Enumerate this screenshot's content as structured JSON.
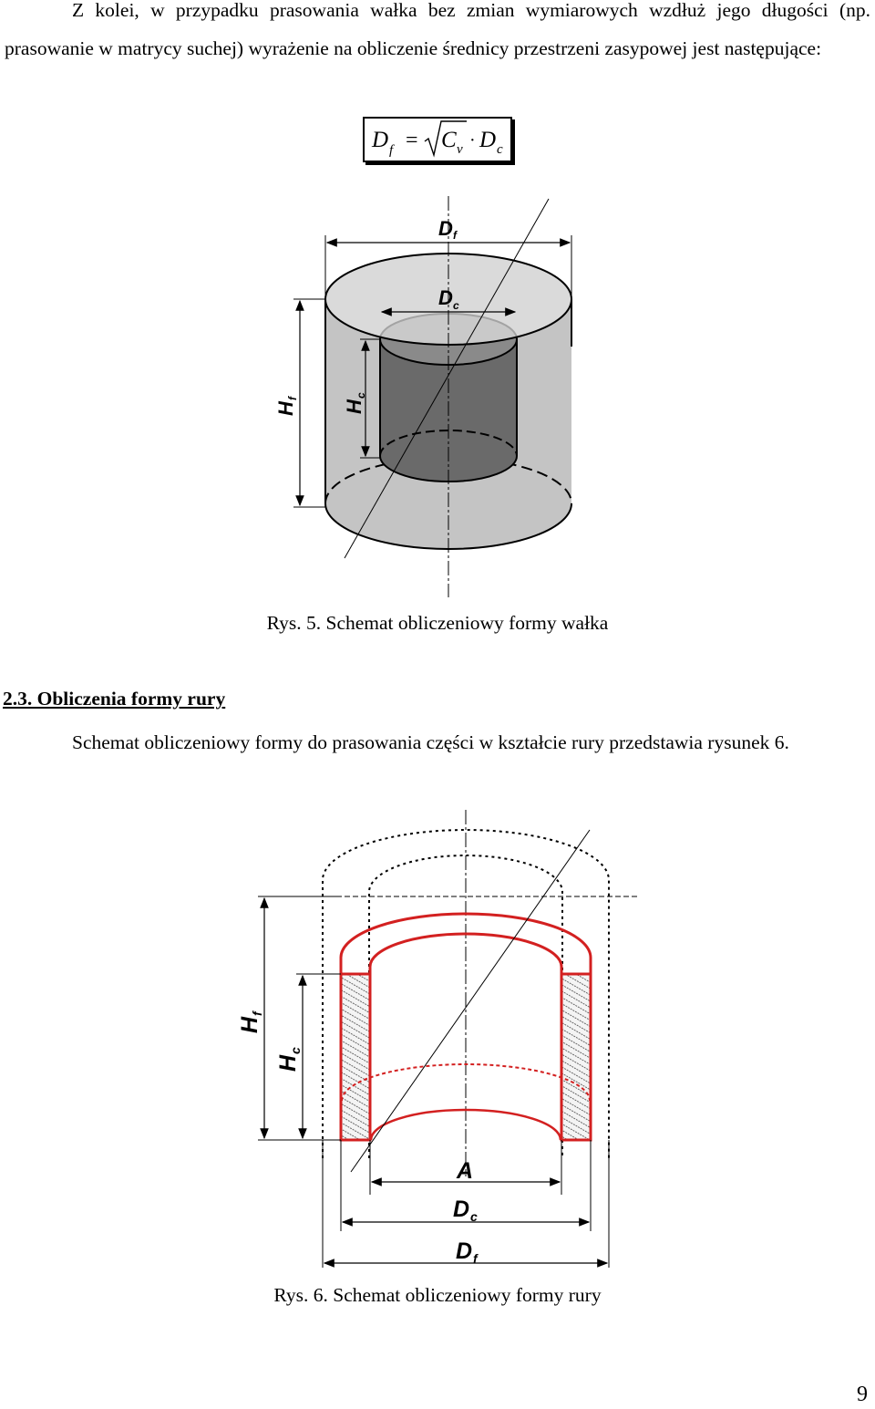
{
  "paragraph1": "Z kolei, w przypadku prasowania wałka bez zmian wymiarowych wzdłuż jego długości (np. prasowanie w matrycy suchej) wyrażenie na obliczenie średnicy przestrzeni zasypowej jest następujące:",
  "formula": {
    "lhs": "D",
    "lhs_sub": "f",
    "eq": "=",
    "coef": "C",
    "coef_sub": "v",
    "dot": "·",
    "rhs": "D",
    "rhs_sub": "c"
  },
  "figure5": {
    "labels": {
      "Df": "D",
      "Df_sub": "f",
      "Dc": "D",
      "Dc_sub": "c",
      "Hf": "H",
      "Hf_sub": "f",
      "Hc": "H",
      "Hc_sub": "c"
    },
    "caption": "Rys. 5. Schemat obliczeniowy formy wałka"
  },
  "section": {
    "heading": "2.3. Obliczenia formy rury",
    "paragraph": "Schemat obliczeniowy formy do prasowania części w kształcie rury przedstawia rysunek 6."
  },
  "figure6": {
    "labels": {
      "Hf": "H",
      "Hf_sub": "f",
      "Hc": "H",
      "Hc_sub": "c",
      "A": "A",
      "Dc": "D",
      "Dc_sub": "c",
      "Df": "D",
      "Df_sub": "f"
    },
    "caption": "Rys. 6. Schemat obliczeniowy formy rury"
  },
  "page_number": "9",
  "colors": {
    "outline_red": "#d32020",
    "shell_gray": "#c4c4c4",
    "core_gray": "#6a6a6a"
  }
}
